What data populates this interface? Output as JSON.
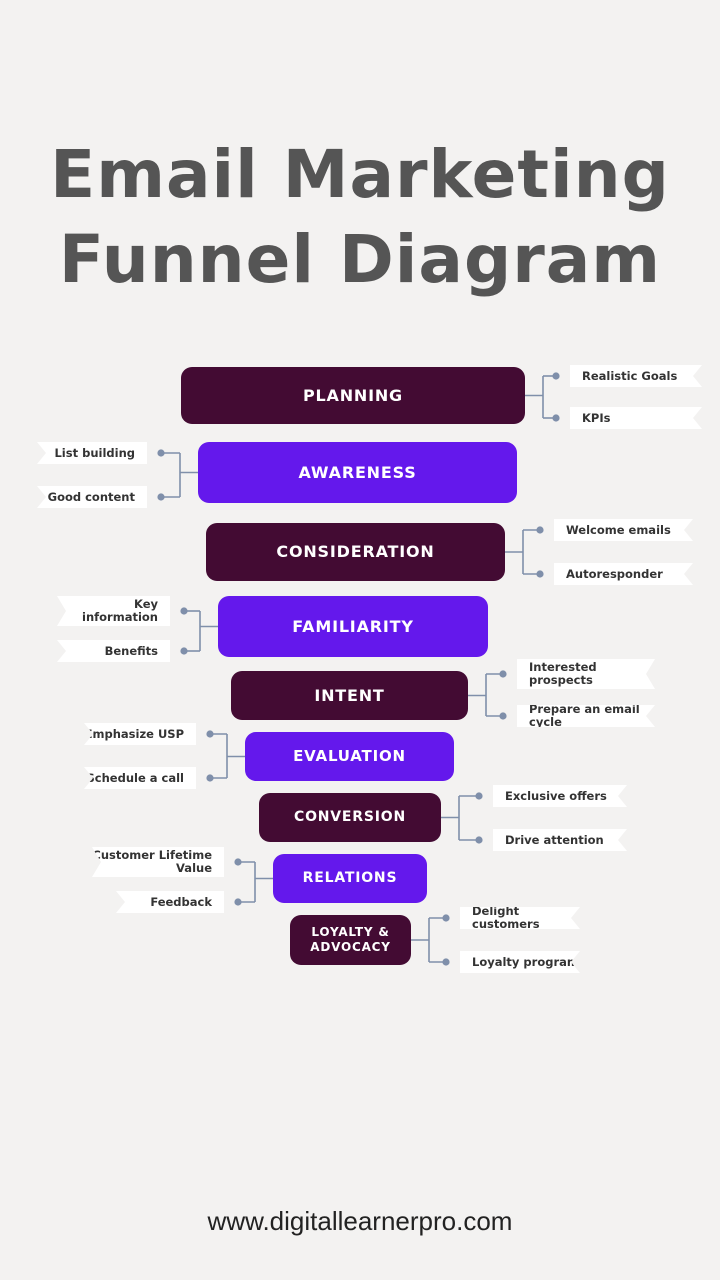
{
  "title": {
    "line1": "Email Marketing",
    "line2": "Funnel Diagram"
  },
  "colors": {
    "background": "#f3f2f1",
    "dark_stage": "#430b33",
    "purple_stage": "#6418ec",
    "connector": "#7f8faa",
    "title": "#555555"
  },
  "stages": [
    {
      "label": "PLANNING",
      "color": "#430b33",
      "side": "right",
      "items": [
        "Realistic Goals",
        "KPIs"
      ]
    },
    {
      "label": "AWARENESS",
      "color": "#6418ec",
      "side": "left",
      "items": [
        "List building",
        "Good content"
      ]
    },
    {
      "label": "CONSIDERATION",
      "color": "#430b33",
      "side": "right",
      "items": [
        "Welcome emails",
        "Autoresponder"
      ]
    },
    {
      "label": "FAMILIARITY",
      "color": "#6418ec",
      "side": "left",
      "items": [
        "Key\ninformation",
        "Benefits"
      ]
    },
    {
      "label": "INTENT",
      "color": "#430b33",
      "side": "right",
      "items": [
        "Interested\nprospects",
        "Prepare an email cycle"
      ]
    },
    {
      "label": "EVALUATION",
      "color": "#6418ec",
      "side": "left",
      "items": [
        "Emphasize USP",
        "Schedule a call"
      ]
    },
    {
      "label": "CONVERSION",
      "color": "#430b33",
      "side": "right",
      "items": [
        "Exclusive offers",
        "Drive attention"
      ]
    },
    {
      "label": "RELATIONS",
      "color": "#6418ec",
      "side": "left",
      "items": [
        "Customer Lifetime\nValue",
        "Feedback"
      ]
    },
    {
      "label": "LOYALTY &\nADVOCACY",
      "color": "#430b33",
      "side": "right",
      "items": [
        "Delight customers",
        "Loyalty program"
      ]
    }
  ],
  "footer": {
    "url": "www.digitallearnerpro.com"
  }
}
